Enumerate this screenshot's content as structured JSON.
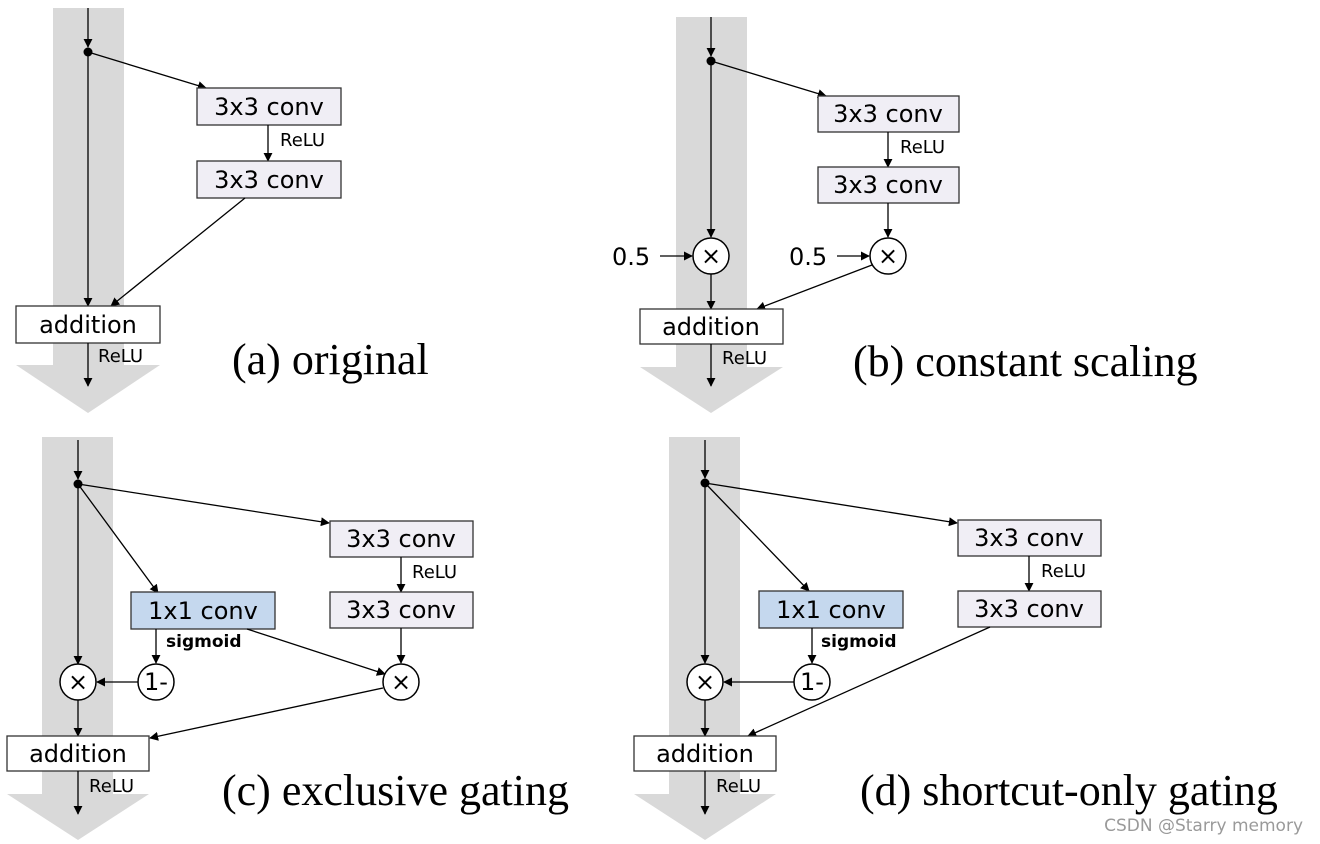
{
  "panels": {
    "a": {
      "conv1": "3x3 conv",
      "relu_mid": "ReLU",
      "conv2": "3x3 conv",
      "addition": "addition",
      "relu_out": "ReLU",
      "caption": "(a) original"
    },
    "b": {
      "conv1": "3x3 conv",
      "relu_mid": "ReLU",
      "conv2": "3x3 conv",
      "scale_left": "0.5",
      "scale_right": "0.5",
      "mult_left": "×",
      "mult_right": "×",
      "addition": "addition",
      "relu_out": "ReLU",
      "caption": "(b) constant scaling"
    },
    "c": {
      "conv1": "3x3 conv",
      "relu_mid": "ReLU",
      "conv2": "3x3 conv",
      "gate_conv": "1x1 conv",
      "sigmoid": "sigmoid",
      "one_minus": "1-",
      "mult_left": "×",
      "mult_right": "×",
      "addition": "addition",
      "relu_out": "ReLU",
      "caption": "(c) exclusive gating"
    },
    "d": {
      "conv1": "3x3 conv",
      "relu_mid": "ReLU",
      "conv2": "3x3 conv",
      "gate_conv": "1x1 conv",
      "sigmoid": "sigmoid",
      "one_minus": "1-",
      "mult_left": "×",
      "addition": "addition",
      "relu_out": "ReLU",
      "caption": "(d) shortcut-only gating"
    }
  },
  "watermark": "CSDN @Starry memory",
  "colors": {
    "highway": "#d9d9d9",
    "conv_box": "#f0eef5",
    "gate_box": "#c5d8ee",
    "plain_box": "#ffffff"
  }
}
